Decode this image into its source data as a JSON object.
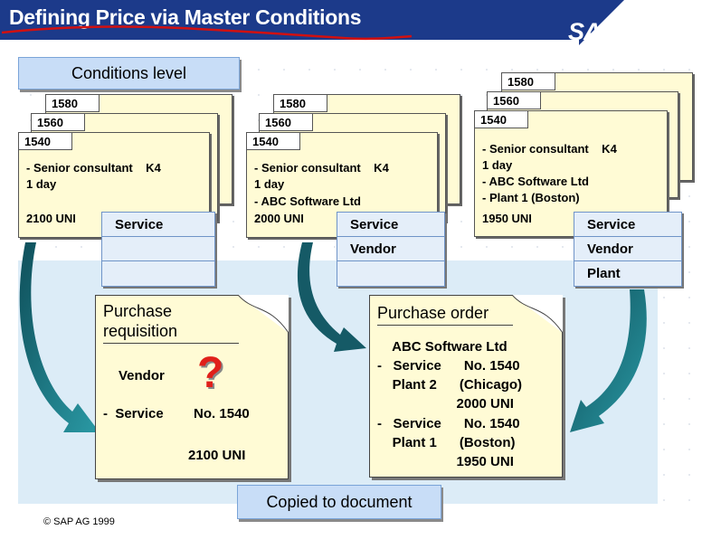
{
  "header": {
    "title": "Defining Price via Master Conditions",
    "logo": "SAP"
  },
  "labels": {
    "conditions_level": "Conditions level",
    "copied_to_document": "Copied to document"
  },
  "condition_stacks": [
    {
      "tabs": [
        "1580",
        "1560",
        "1540"
      ],
      "lines": [
        "- Senior consultant    K4",
        "1 day",
        "",
        "2100 UNI"
      ],
      "keys": [
        "Service",
        "",
        ""
      ]
    },
    {
      "tabs": [
        "1580",
        "1560",
        "1540"
      ],
      "lines": [
        "- Senior consultant    K4",
        "1 day",
        "- ABC Software Ltd",
        "2000 UNI"
      ],
      "keys": [
        "Service",
        "Vendor",
        ""
      ]
    },
    {
      "tabs": [
        "1580",
        "1560",
        "1540"
      ],
      "lines": [
        "- Senior consultant    K4",
        "1 day",
        "- ABC Software Ltd",
        "- Plant 1 (Boston)",
        "1950 UNI"
      ],
      "keys": [
        "Service",
        "Vendor",
        "Plant"
      ]
    }
  ],
  "purchase_requisition": {
    "title_line1": "Purchase",
    "title_line2": "requisition",
    "vendor_label": "Vendor",
    "question": "?",
    "service_line": "-  Service        No. 1540",
    "amount": "2100 UNI"
  },
  "purchase_order": {
    "title": "Purchase order",
    "lines": [
      "    ABC Software Ltd",
      "-   Service      No. 1540",
      "    Plant 2      (Chicago)",
      "                     2000 UNI",
      "-   Service      No. 1540",
      "    Plant 1      (Boston)",
      "                     1950 UNI"
    ]
  },
  "footer": {
    "copyright": "© SAP AG 1999"
  },
  "colors": {
    "header_blue": "#1c3a8a",
    "card_yellow": "#fffbd5",
    "area_blue": "#dcecf7",
    "arrow_teal": "#1d6f7a",
    "question_red": "#e0201a",
    "scribble_red": "#d21010"
  }
}
